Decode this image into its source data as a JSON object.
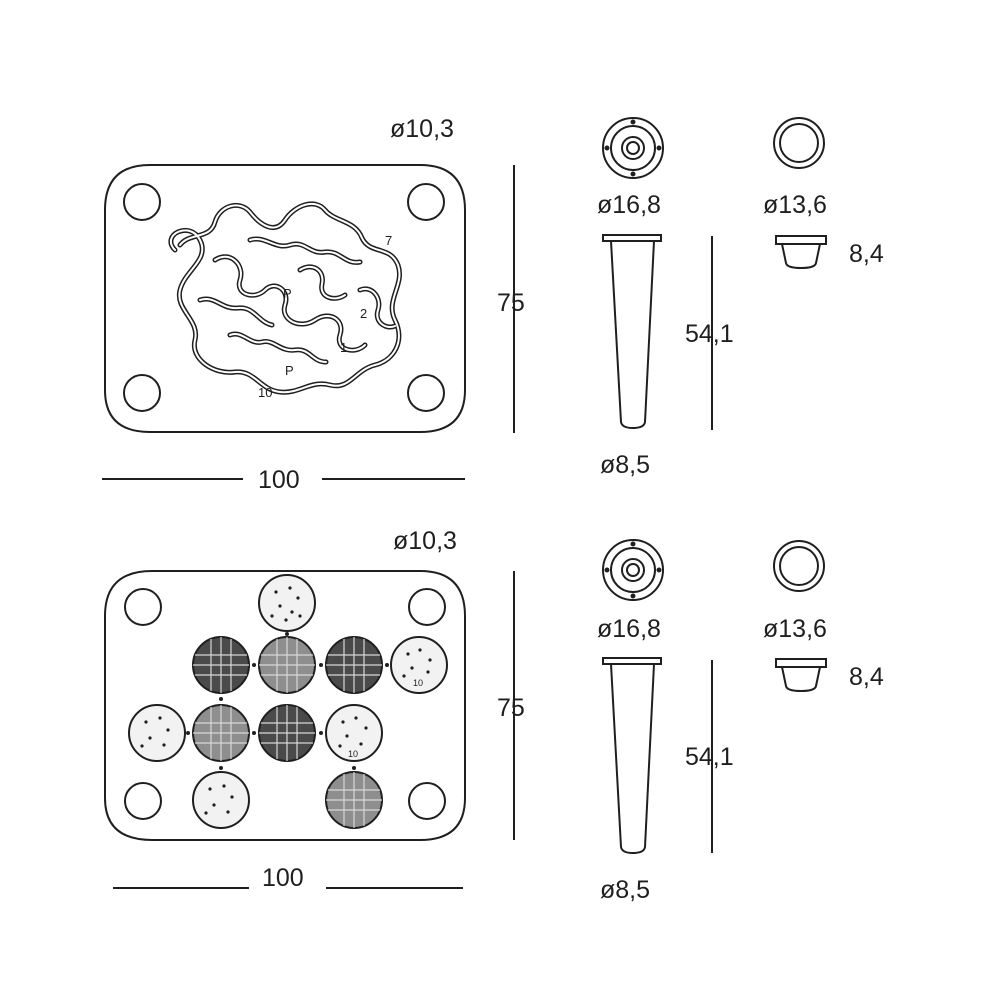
{
  "colors": {
    "line": "#1f1f1f",
    "board": "#ffffff",
    "cell_dark": "#4a4a4a",
    "cell_mid": "#8e8e8e",
    "cell_light": "#f2f2f2"
  },
  "top_assembly": {
    "hole_diameter": "ø10,3",
    "board_width": "100",
    "board_height": "75",
    "base_diameter": "ø16,8",
    "leg_height": "54,1",
    "leg_foot_diameter": "ø8,5",
    "cap_diameter": "ø13,6",
    "cap_height": "8,4",
    "maze_labels": [
      "10",
      "2",
      "7",
      "P",
      "P",
      "1"
    ]
  },
  "bottom_assembly": {
    "hole_diameter": "ø10,3",
    "board_width": "100",
    "board_height": "75",
    "base_diameter": "ø16,8",
    "leg_height": "54,1",
    "leg_foot_diameter": "ø8,5",
    "cap_diameter": "ø13,6",
    "cap_height": "8,4",
    "cell_labels": [
      "10",
      "10"
    ]
  }
}
